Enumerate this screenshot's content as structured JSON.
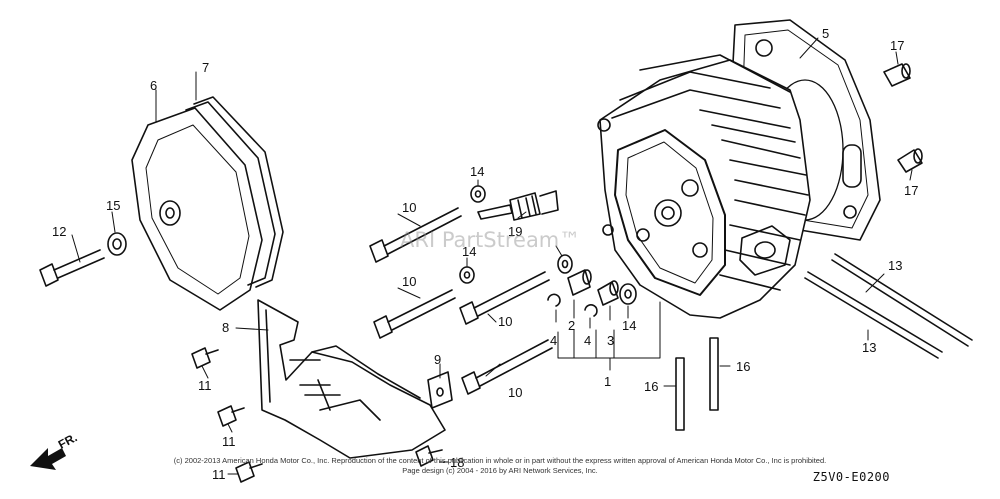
{
  "callouts": {
    "c1": "1",
    "c2": "2",
    "c3": "3",
    "c4a": "4",
    "c4b": "4",
    "c5": "5",
    "c6": "6",
    "c7": "7",
    "c8": "8",
    "c9": "9",
    "c10a": "10",
    "c10b": "10",
    "c10c": "10",
    "c10d": "10",
    "c11a": "11",
    "c11b": "11",
    "c11c": "11",
    "c12": "12",
    "c13a": "13",
    "c13b": "13",
    "c14a": "14",
    "c14b": "14",
    "c14c": "14",
    "c15": "15",
    "c16a": "16",
    "c16b": "16",
    "c17a": "17",
    "c17b": "17",
    "c18": "18",
    "c19": "19"
  },
  "watermark": "ARI PartStream™",
  "direction_label": "FR.",
  "copyright_line1": "(c) 2002-2013 American Honda Motor Co., Inc. Reproduction of the content of this publication in whole or in part without the express written approval of American Honda Motor Co., Inc is prohibited.",
  "copyright_line2": "Page design (c) 2004 - 2016 by ARI Network Services, Inc.",
  "diagram_code": "Z5V0-E0200"
}
